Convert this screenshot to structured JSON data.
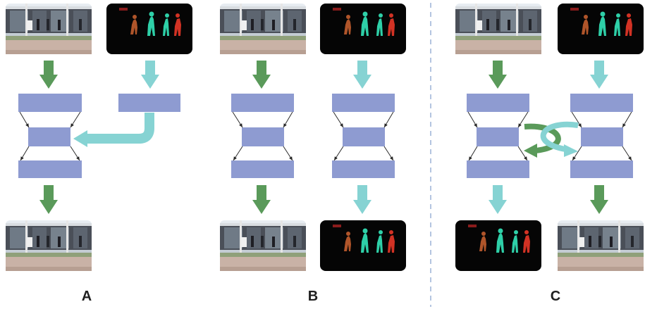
{
  "panels": [
    {
      "label": "A"
    },
    {
      "label": "B"
    },
    {
      "label": "C"
    }
  ],
  "colors": {
    "block": "#8e9bd1",
    "rgb_arrow": "#5a9a5a",
    "mask_arrow": "#86d3d3",
    "separator": "#9bb2d6",
    "edge": "#2a2a2a"
  },
  "icons": {
    "rgb_image": "photo-thumbnail-icon",
    "mask_image": "segmentation-mask-icon"
  }
}
